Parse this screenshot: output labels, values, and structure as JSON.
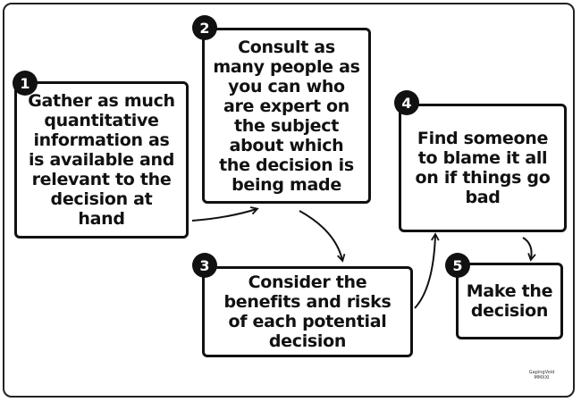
{
  "steps": [
    {
      "number": "1",
      "text": "Gather as much quantitative information as is available and relevant to the decision at hand"
    },
    {
      "number": "2",
      "text": "Consult as many people as you can who are expert on the subject about which the decision is being made"
    },
    {
      "number": "3",
      "text": "Consider the benefits and risks of each potential decision"
    },
    {
      "number": "4",
      "text": "Find someone to blame it all on if things go bad"
    },
    {
      "number": "5",
      "text": "Make the decision"
    }
  ],
  "signature": "GapingVoid MMXXI",
  "colors": {
    "ink": "#111111",
    "background": "#ffffff"
  }
}
